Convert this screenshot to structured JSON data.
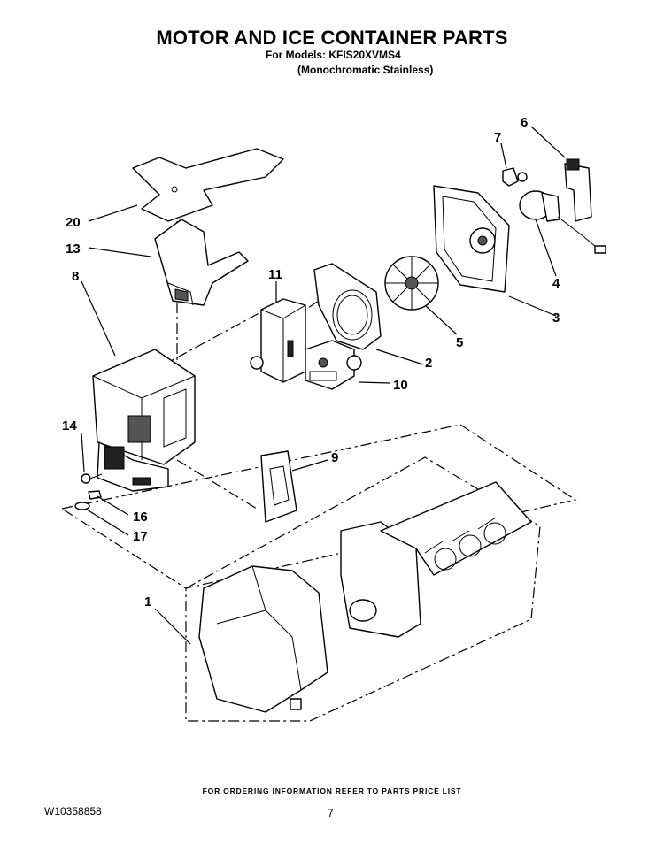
{
  "header": {
    "title": "MOTOR AND ICE CONTAINER PARTS",
    "models_line": "For Models: KFIS20XVMS4",
    "variant_line": "(Monochromatic Stainless)"
  },
  "callouts": [
    "1",
    "2",
    "3",
    "4",
    "5",
    "6",
    "7",
    "8",
    "9",
    "10",
    "11",
    "13",
    "14",
    "16",
    "17",
    "20"
  ],
  "footer": {
    "ordering_note": "FOR ORDERING INFORMATION REFER TO PARTS PRICE LIST",
    "document_number": "W10358858",
    "page_number": "7"
  }
}
